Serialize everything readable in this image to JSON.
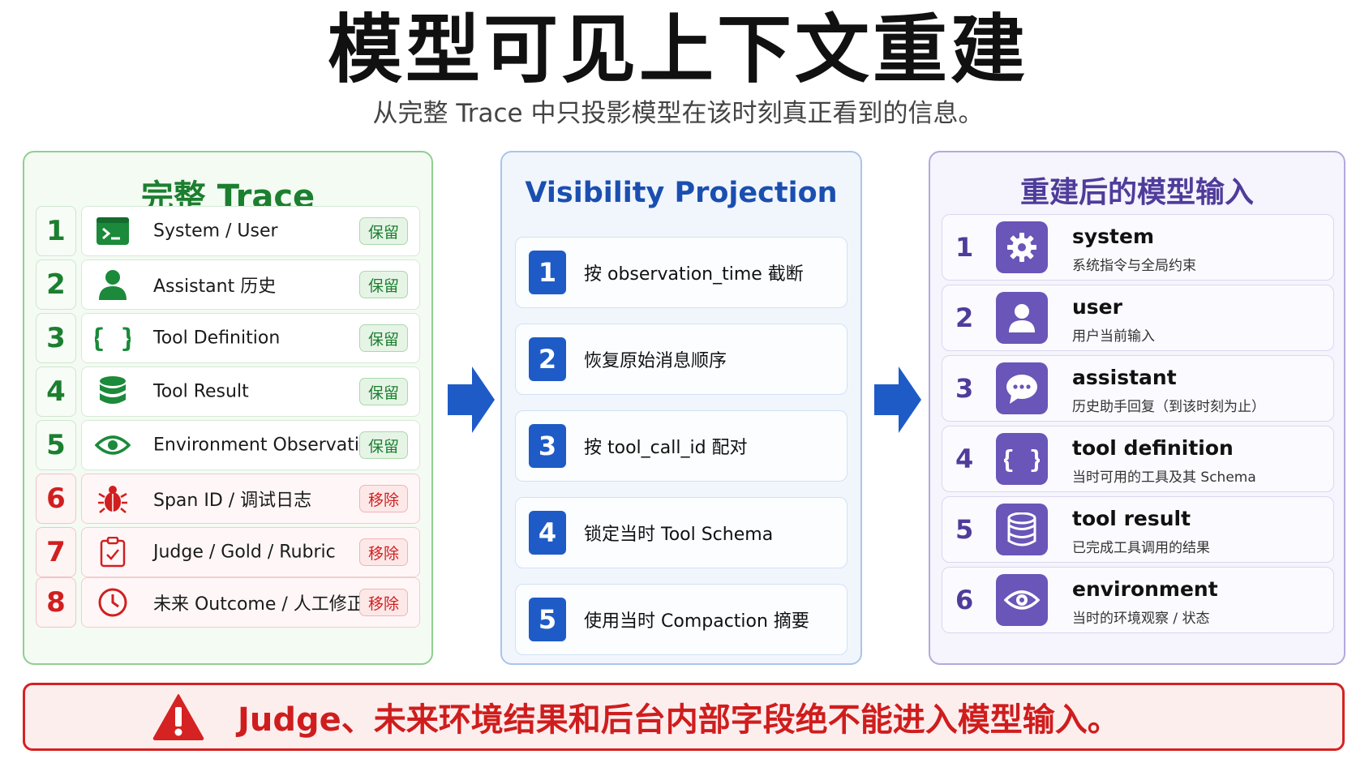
{
  "header": {
    "title": "模型可见上下文重建",
    "subtitle": "从完整 Trace 中只投影模型在该时刻真正看到的信息。"
  },
  "left_panel": {
    "title": "完整 Trace",
    "rows": [
      {
        "num": "1",
        "icon": "terminal-icon",
        "label": "System / User",
        "badge": "保留",
        "status": "keep"
      },
      {
        "num": "2",
        "icon": "person-icon",
        "label": "Assistant 历史",
        "badge": "保留",
        "status": "keep"
      },
      {
        "num": "3",
        "icon": "braces-icon",
        "label": "Tool Definition",
        "badge": "保留",
        "status": "keep"
      },
      {
        "num": "4",
        "icon": "database-icon",
        "label": "Tool Result",
        "badge": "保留",
        "status": "keep"
      },
      {
        "num": "5",
        "icon": "eye-icon",
        "label": "Environment Observation",
        "badge": "保留",
        "status": "keep"
      },
      {
        "num": "6",
        "icon": "bug-icon",
        "label": "Span ID / 调试日志",
        "badge": "移除",
        "status": "remove"
      },
      {
        "num": "7",
        "icon": "clipboard-check-icon",
        "label": "Judge / Gold / Rubric",
        "badge": "移除",
        "status": "remove"
      },
      {
        "num": "8",
        "icon": "clock-icon",
        "label": "未来 Outcome / 人工修正",
        "badge": "移除",
        "status": "remove"
      }
    ]
  },
  "middle_panel": {
    "title": "Visibility Projection",
    "steps": [
      {
        "num": "1",
        "label": "按 observation_time 截断"
      },
      {
        "num": "2",
        "label": "恢复原始消息顺序"
      },
      {
        "num": "3",
        "label": "按 tool_call_id 配对"
      },
      {
        "num": "4",
        "label": "锁定当时 Tool Schema"
      },
      {
        "num": "5",
        "label": "使用当时 Compaction 摘要"
      }
    ]
  },
  "right_panel": {
    "title": "重建后的模型输入",
    "rows": [
      {
        "num": "1",
        "icon": "gear-icon",
        "title": "system",
        "desc": "系统指令与全局约束"
      },
      {
        "num": "2",
        "icon": "user-icon",
        "title": "user",
        "desc": "用户当前输入"
      },
      {
        "num": "3",
        "icon": "chat-bubble-icon",
        "title": "assistant",
        "desc": "历史助手回复（到该时刻为止）"
      },
      {
        "num": "4",
        "icon": "braces-icon",
        "title": "tool definition",
        "desc": "当时可用的工具及其 Schema"
      },
      {
        "num": "5",
        "icon": "database-icon",
        "title": "tool result",
        "desc": "已完成工具调用的结果"
      },
      {
        "num": "6",
        "icon": "eye-icon",
        "title": "environment",
        "desc": "当时的环境观察 / 状态"
      }
    ]
  },
  "warning": {
    "icon": "warning-triangle-icon",
    "text": "Judge、未来环境结果和后台内部字段绝不能进入模型输入。"
  },
  "colors": {
    "keep": "#1b7f2f",
    "remove": "#d11f1f",
    "projection": "#1e5bc6",
    "model_input": "#6a55b8",
    "warning": "#cf1d1d"
  }
}
